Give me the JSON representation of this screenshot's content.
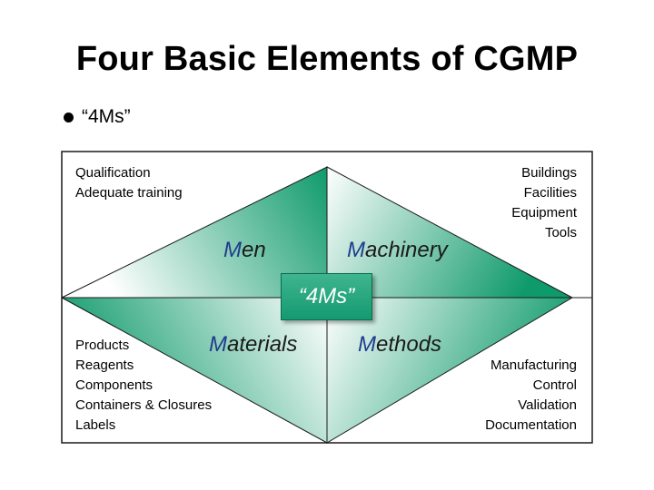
{
  "title": "Four Basic Elements of CGMP",
  "bullet": "“4Ms”",
  "center_label": "“4Ms”",
  "quadrants": {
    "men": {
      "label_first": "M",
      "label_rest": "en",
      "notes": [
        "Qualification",
        "Adequate training"
      ]
    },
    "machinery": {
      "label_first": "M",
      "label_rest": "achinery",
      "notes": [
        "Buildings",
        "Facilities",
        "Equipment",
        "Tools"
      ]
    },
    "materials": {
      "label_first": "M",
      "label_rest": "aterials",
      "notes": [
        "Products",
        "Reagents",
        "Components",
        "Containers & Closures",
        "Labels"
      ]
    },
    "methods": {
      "label_first": "M",
      "label_rest": "ethods",
      "notes": [
        "Manufacturing",
        "Control",
        "Validation",
        "Documentation"
      ]
    }
  },
  "colors": {
    "green_dark": "#0f9a6c",
    "green_light": "#ffffff",
    "border": "#1a1a1a",
    "label_initial": "#1f3c8c"
  }
}
